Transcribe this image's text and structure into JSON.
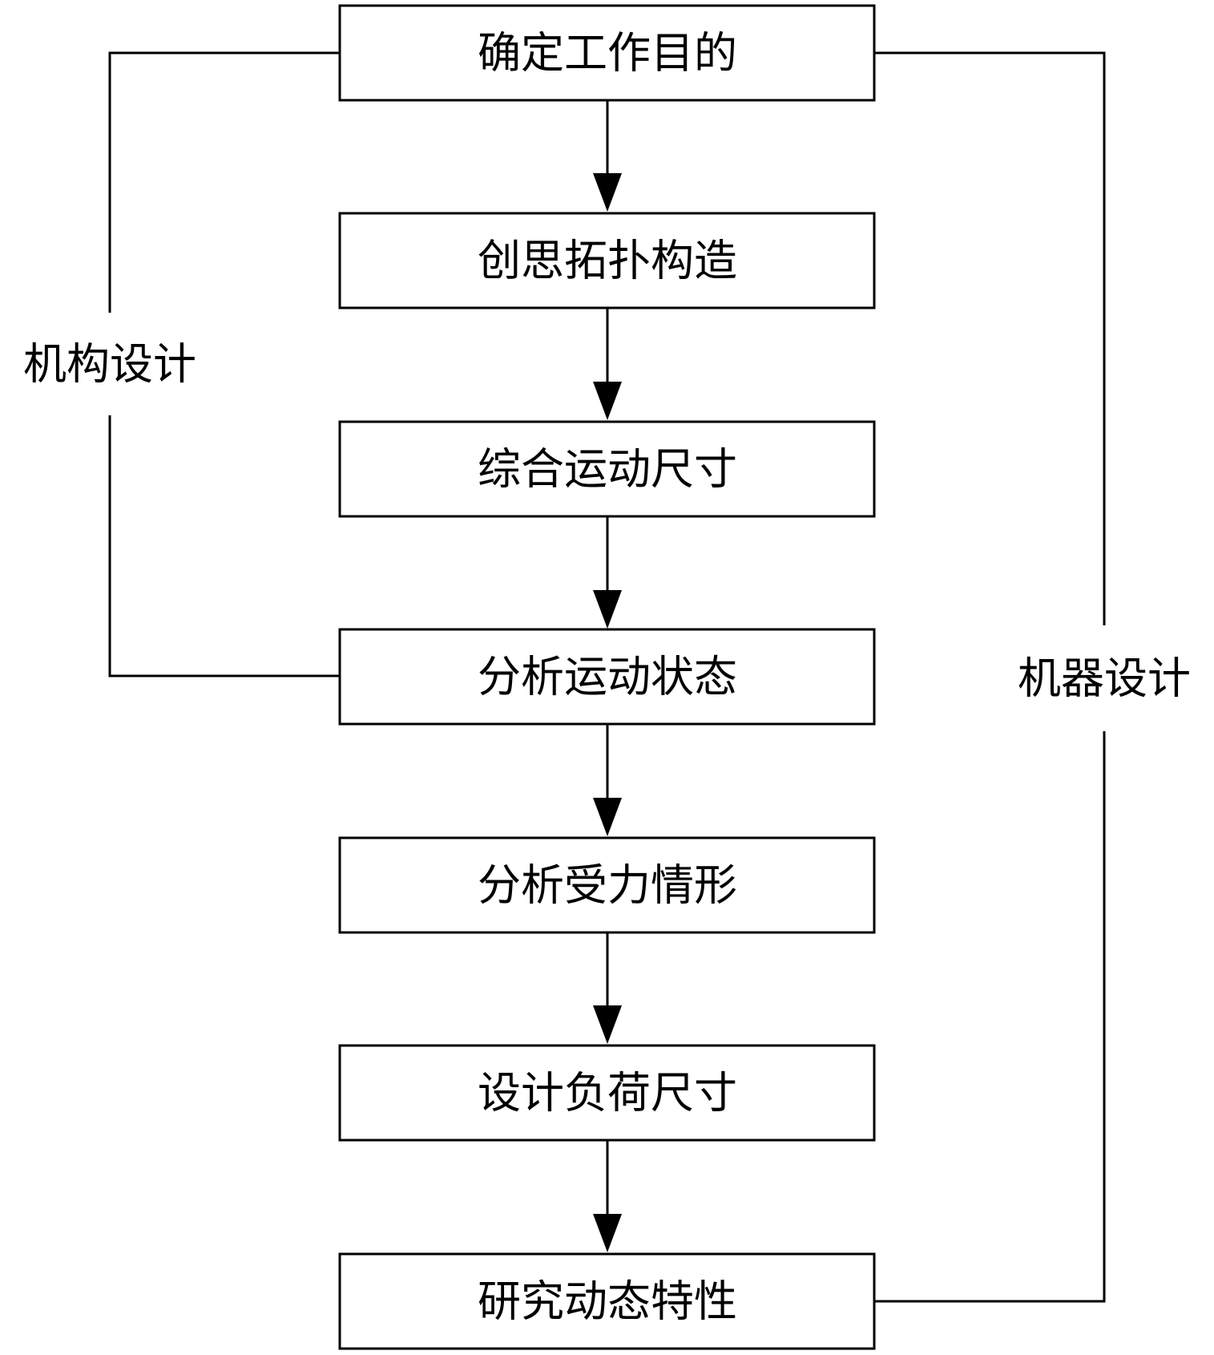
{
  "steps": [
    {
      "label": "确定工作目的"
    },
    {
      "label": "创思拓扑构造"
    },
    {
      "label": "综合运动尺寸"
    },
    {
      "label": "分析运动状态"
    },
    {
      "label": "分析受力情形"
    },
    {
      "label": "设计负荷尺寸"
    },
    {
      "label": "研究动态特性"
    }
  ],
  "brackets": {
    "left": {
      "label": "机构设计",
      "from_step": 1,
      "to_step": 4
    },
    "right": {
      "label": "机器设计",
      "from_step": 1,
      "to_step": 7
    }
  }
}
